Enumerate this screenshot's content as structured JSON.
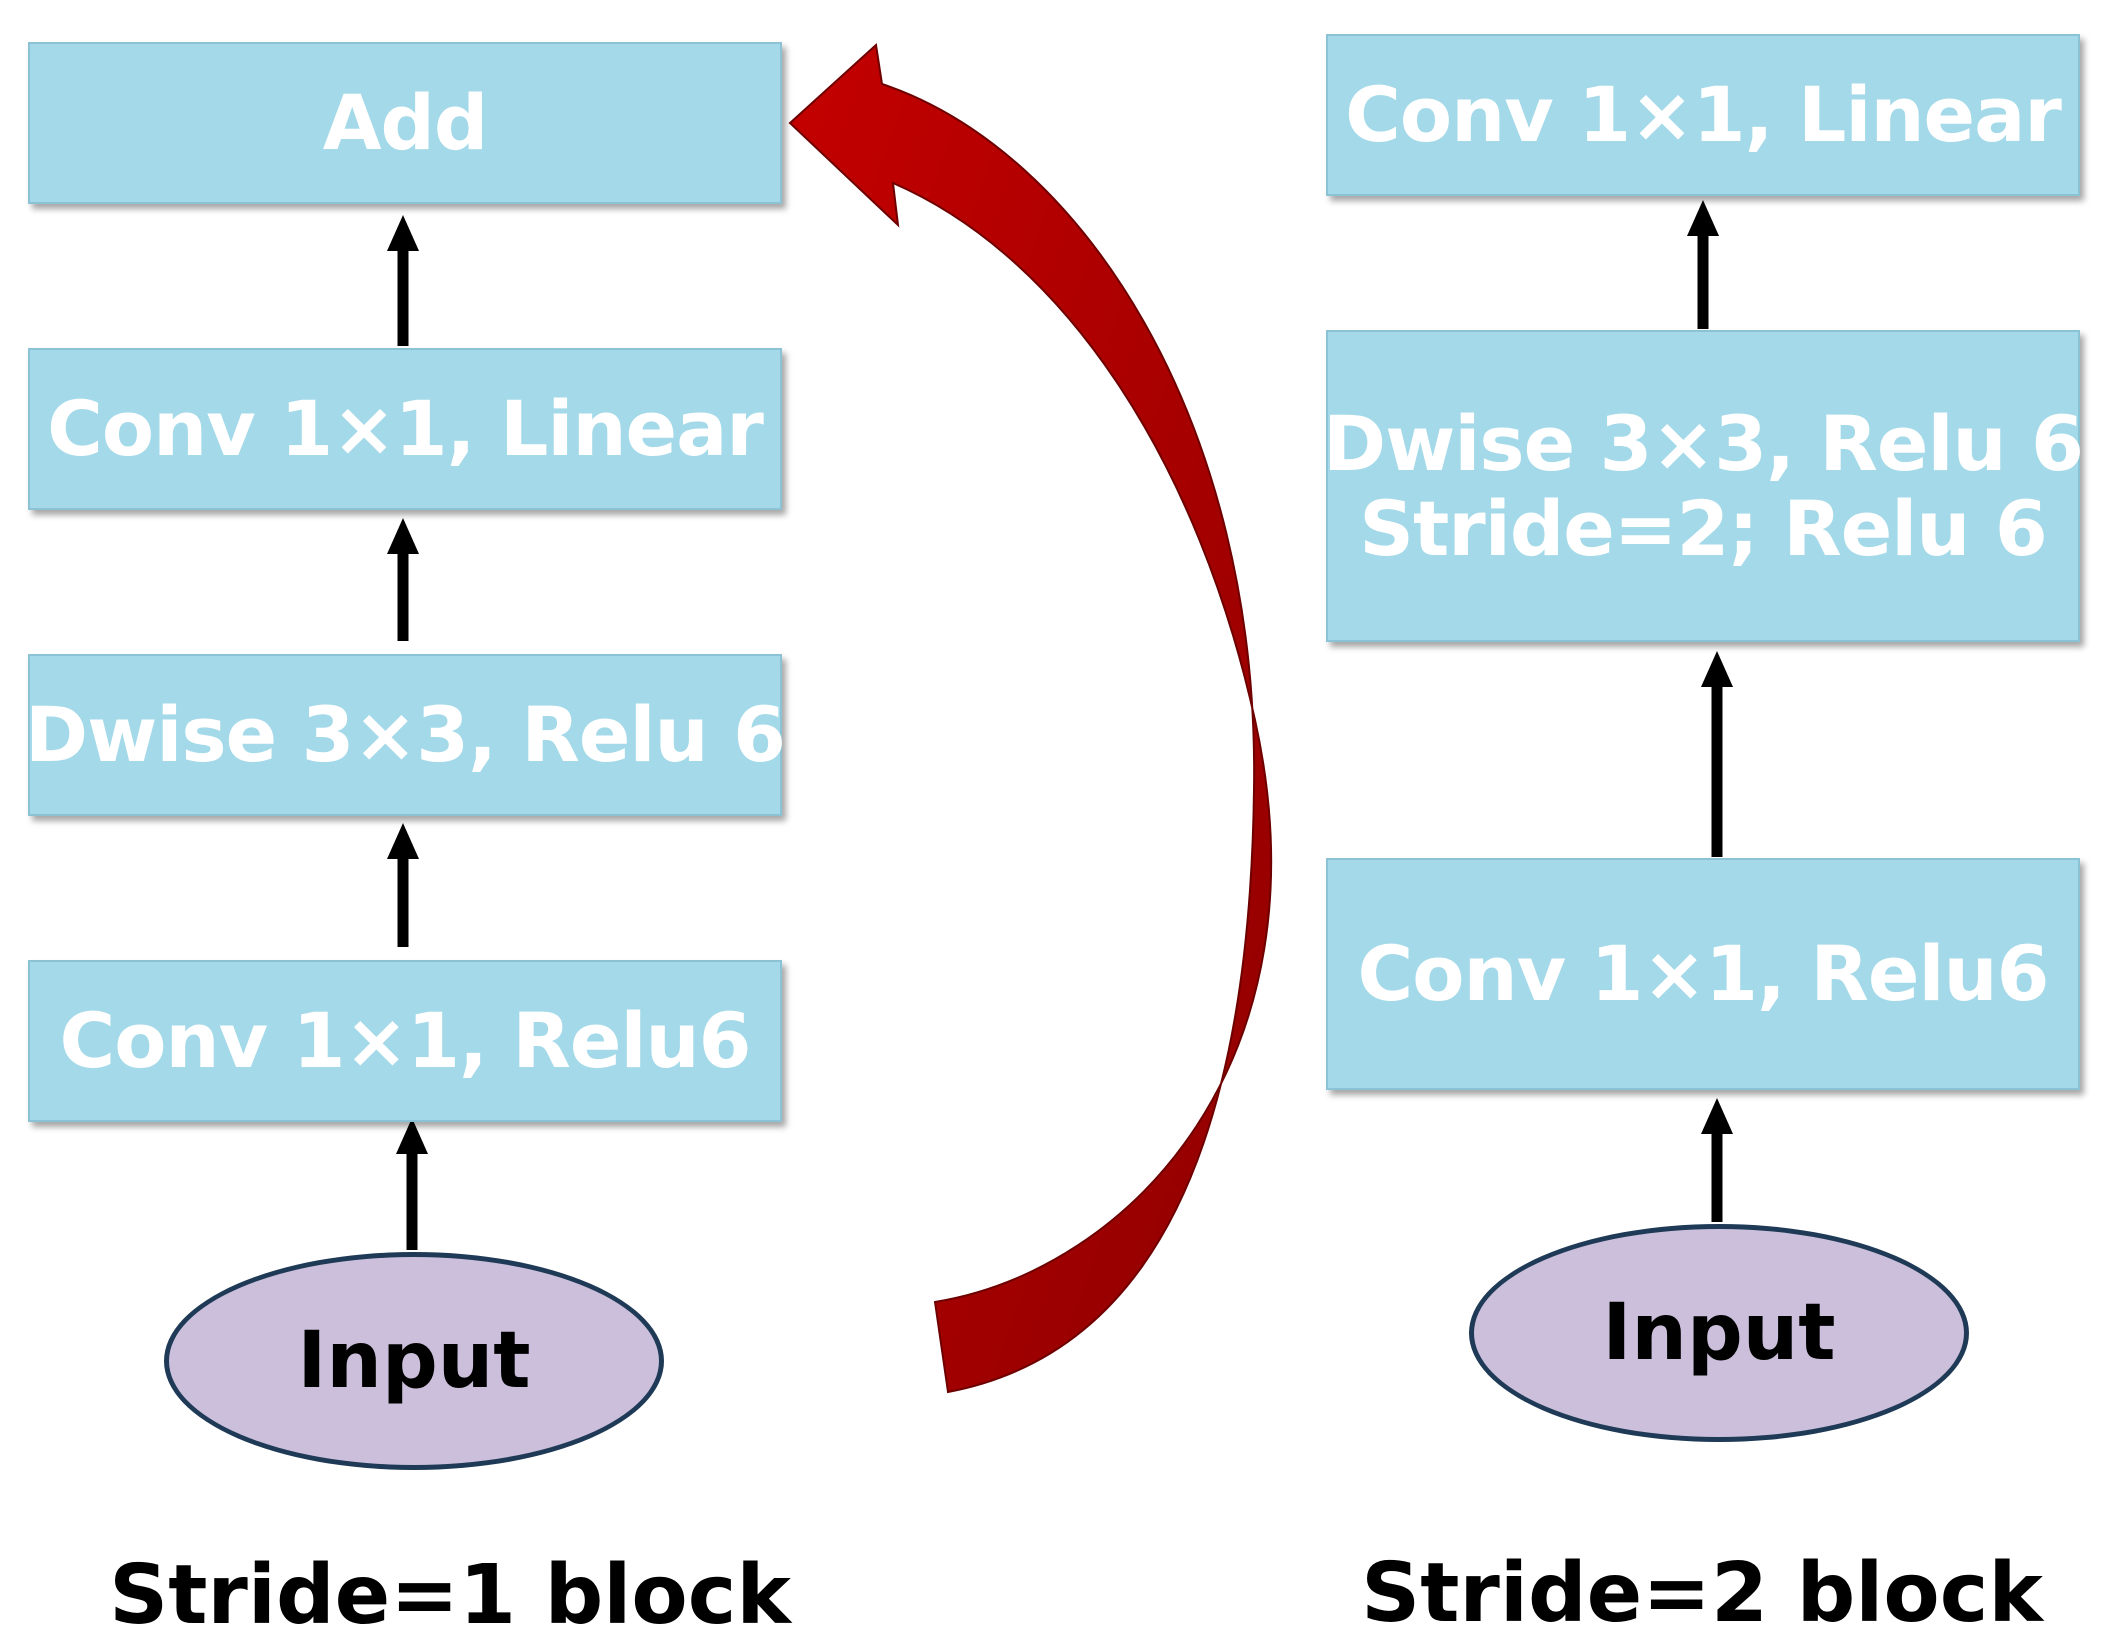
{
  "colors": {
    "box_fill": "#a3d9e8",
    "box_text": "#ffffff",
    "input_fill": "#cbbfdb",
    "input_border": "#1f3a56",
    "skip_arrow": "#b30000",
    "arrow": "#000000"
  },
  "left_block": {
    "caption": "Stride=1 block",
    "add": "Add",
    "conv_linear": "Conv 1×1, Linear",
    "dwise": "Dwise 3×3, Relu 6",
    "conv_relu": "Conv 1×1, Relu6",
    "input": "Input"
  },
  "right_block": {
    "caption": "Stride=2 block",
    "conv_linear": "Conv 1×1, Linear",
    "dwise_line1": "Dwise 3×3, Relu 6",
    "dwise_line2": "Stride=2; Relu 6",
    "conv_relu": "Conv 1×1, Relu6",
    "input": "Input"
  }
}
